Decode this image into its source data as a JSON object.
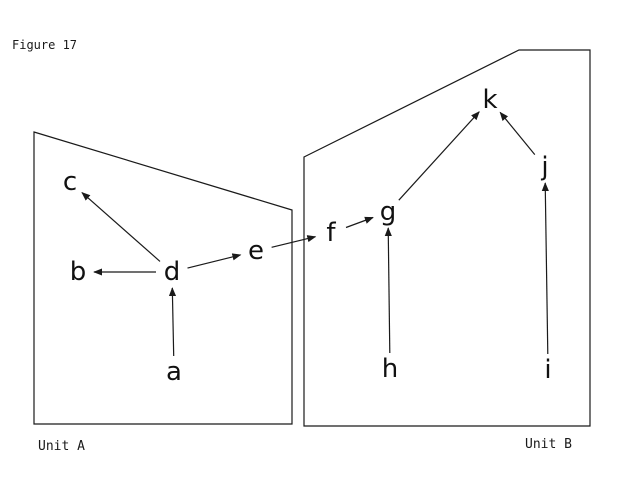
{
  "figure": {
    "title": "Figure 17"
  },
  "units": [
    {
      "id": "A",
      "label": "Unit A"
    },
    {
      "id": "B",
      "label": "Unit B"
    }
  ],
  "nodes": [
    {
      "id": "a",
      "label": "a",
      "unit": "A"
    },
    {
      "id": "b",
      "label": "b",
      "unit": "A"
    },
    {
      "id": "c",
      "label": "c",
      "unit": "A"
    },
    {
      "id": "d",
      "label": "d",
      "unit": "A"
    },
    {
      "id": "e",
      "label": "e",
      "unit": ""
    },
    {
      "id": "f",
      "label": "f",
      "unit": "B"
    },
    {
      "id": "g",
      "label": "g",
      "unit": "B"
    },
    {
      "id": "h",
      "label": "h",
      "unit": "B"
    },
    {
      "id": "i",
      "label": "i",
      "unit": "B"
    },
    {
      "id": "j",
      "label": "j",
      "unit": "B"
    },
    {
      "id": "k",
      "label": "k",
      "unit": "B"
    }
  ],
  "edges": [
    {
      "from": "a",
      "to": "d"
    },
    {
      "from": "d",
      "to": "b"
    },
    {
      "from": "d",
      "to": "c"
    },
    {
      "from": "d",
      "to": "e"
    },
    {
      "from": "e",
      "to": "f"
    },
    {
      "from": "f",
      "to": "g"
    },
    {
      "from": "h",
      "to": "g"
    },
    {
      "from": "g",
      "to": "k"
    },
    {
      "from": "i",
      "to": "j"
    },
    {
      "from": "j",
      "to": "k"
    }
  ],
  "colors": {
    "ink": "#1a1a1a",
    "background": "#ffffff"
  }
}
